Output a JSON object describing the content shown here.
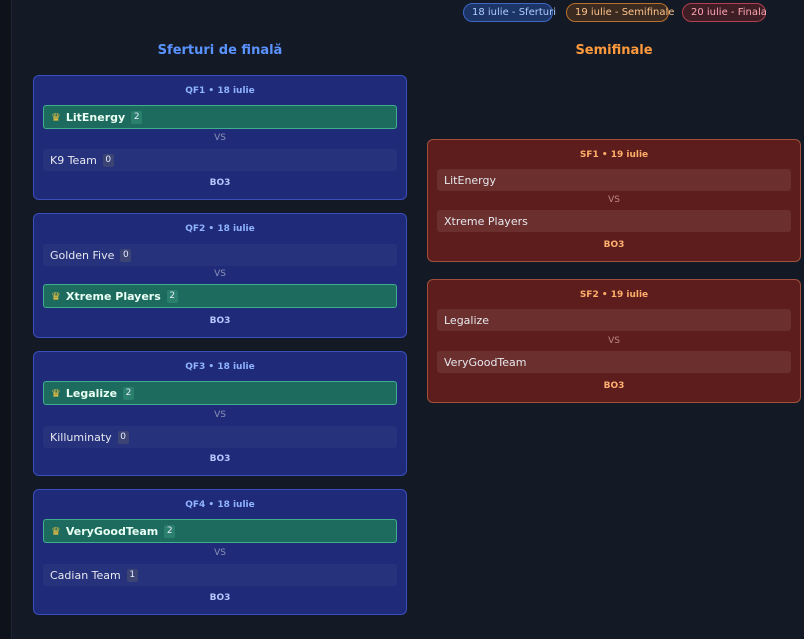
{
  "pills": [
    "18 iulie - Sferturi",
    "19 iulie - Semifinale",
    "20 iulie - Finala"
  ],
  "columns": {
    "qf_title": "Sferturi de finală",
    "sf_title": "Semifinale"
  },
  "vs_label": "VS",
  "quarterfinals": [
    {
      "head": "QF1 • 18 iulie",
      "team1": "LitEnergy",
      "score1": "2",
      "team2": "K9 Team",
      "score2": "0",
      "format": "BO3",
      "winner": 1
    },
    {
      "head": "QF2 • 18 iulie",
      "team1": "Golden Five",
      "score1": "0",
      "team2": "Xtreme Players",
      "score2": "2",
      "format": "BO3",
      "winner": 2
    },
    {
      "head": "QF3 • 18 iulie",
      "team1": "Legalize",
      "score1": "2",
      "team2": "Killuminaty",
      "score2": "0",
      "format": "BO3",
      "winner": 1
    },
    {
      "head": "QF4 • 18 iulie",
      "team1": "VeryGoodTeam",
      "score1": "2",
      "team2": "Cadian Team",
      "score2": "1",
      "format": "BO3",
      "winner": 1
    }
  ],
  "semifinals": [
    {
      "head": "SF1 • 19 iulie",
      "team1": "LitEnergy",
      "team2": "Xtreme Players",
      "format": "BO3"
    },
    {
      "head": "SF2 • 19 iulie",
      "team1": "Legalize",
      "team2": "VeryGoodTeam",
      "format": "BO3"
    }
  ],
  "icons": {
    "winner": "crown-icon"
  },
  "colors": {
    "qf_accent": "#5a93ff",
    "sf_accent": "#ff9a3c",
    "winner_bg": "#1d6a5e"
  }
}
